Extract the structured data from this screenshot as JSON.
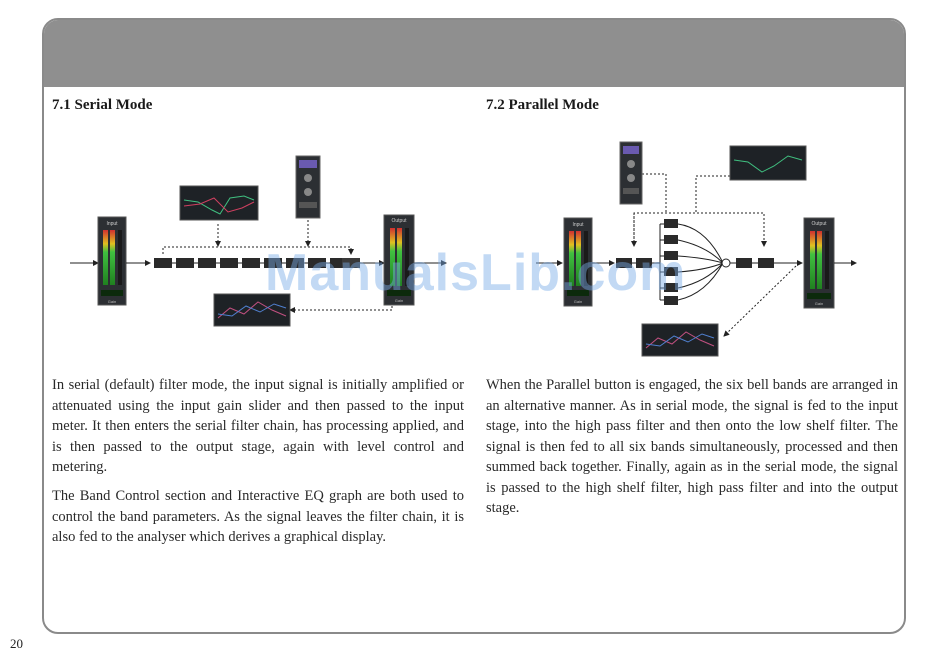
{
  "page_number": "20",
  "serial": {
    "heading": "7.1 Serial Mode",
    "paragraphs": [
      "In serial (default) filter mode, the input signal is initially amplified or attenuated using the input gain slider and then passed to the input meter. It then enters the serial filter chain, has processing applied, and is then passed to the output stage, again with level control and metering.",
      "The Band Control section and Interactive EQ graph are both used to control the band parameters. As the signal leaves the filter chain, it is also fed to the analyser which derives a graphical display."
    ],
    "diagram": {
      "input_label": "Input",
      "output_label": "Output",
      "gain_label": "Gain"
    }
  },
  "parallel": {
    "heading": "7.2 Parallel Mode",
    "paragraphs": [
      "When the Parallel button is engaged, the six bell bands are arranged in an alternative manner. As in serial mode, the signal is fed to the input stage, into the high pass filter and then onto the low shelf filter. The signal is then fed to all six bands simultaneously, processed and then summed back together. Finally, again as in the serial mode, the signal is passed to the high shelf filter, high pass filter and into the output stage."
    ],
    "diagram": {
      "input_label": "Input",
      "output_label": "Output",
      "gain_label": "Gain"
    }
  },
  "watermark": "ManualsLib.com",
  "colors": {
    "header": "#8f8f8f",
    "frame_border": "#8a8a8a",
    "meter_green": "#3fbf3f",
    "watermark": "#78aae6"
  }
}
